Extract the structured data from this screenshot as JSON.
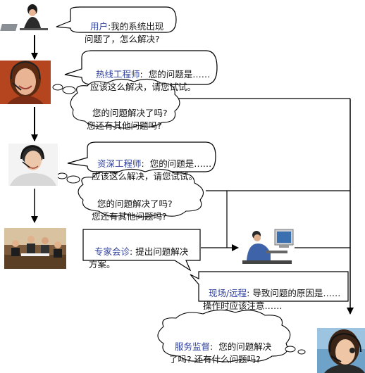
{
  "steps": {
    "user": {
      "role": "用户",
      "sep": ":",
      "line1": "我的系统出现",
      "line2": "问题了，怎么解决?"
    },
    "hotline": {
      "role": "热线工程师",
      "sep": ":",
      "line1": "您的问题是……",
      "line2": "应该这么解决，请您试试。"
    },
    "hotline_followup": {
      "line1": "您的问题解决了吗?",
      "line2": "您还有其他问题吗?"
    },
    "senior": {
      "role": "资深工程师",
      "sep": ":",
      "line1": "您的问题是……",
      "line2": "应该这么解决，请您试试。"
    },
    "senior_followup": {
      "line1": "您的问题解决了吗?",
      "line2": "您还有其他问题吗?"
    },
    "expert": {
      "role": "专家会诊",
      "sep": ":",
      "line1": "提出问题解决",
      "line2": "方案。"
    },
    "onsite": {
      "role": "现场/远程",
      "sep": ":",
      "line1": "导致问题的原因是……",
      "line2": "操作时应该注意……"
    },
    "supervisor": {
      "role": "服务监督",
      "sep": ":",
      "line1": "您的问题解决",
      "line2": "了吗? 还有什么问题吗?"
    }
  },
  "colors": {
    "role_text": "#2e3f9e",
    "line": "#000000",
    "bubble_border": "#000000"
  },
  "icons": {
    "user": "person-at-laptop-photo",
    "hotline": "headset-agent-photo",
    "senior": "headset-agent-photo",
    "expert": "meeting-group-photo",
    "onsite": "technician-at-computer-photo",
    "supervisor": "headset-supervisor-photo"
  }
}
